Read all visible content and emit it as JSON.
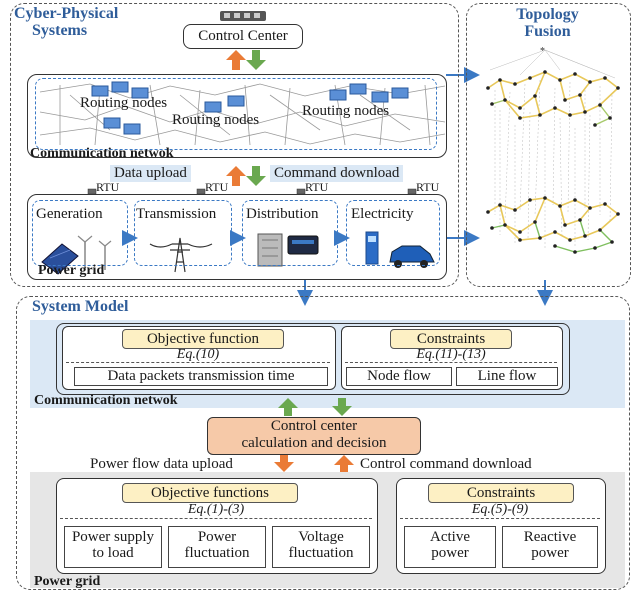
{
  "top": {
    "cps_title_line1": "Cyber-Physical",
    "cps_title_line2": "Systems",
    "control_center": "Control Center",
    "routing_nodes": [
      "Routing nodes",
      "Routing nodes",
      "Routing nodes"
    ],
    "comm_network_label": "Communication netwok",
    "data_upload": "Data upload",
    "command_download": "Command download",
    "rtu_label": "RTU",
    "grid_stages": [
      "Generation",
      "Transmission",
      "Distribution",
      "Electricity"
    ],
    "power_grid_label": "Power grid"
  },
  "topology": {
    "title_line1": "Topology",
    "title_line2": "Fusion"
  },
  "model": {
    "title": "System Model",
    "comm": {
      "objective_label": "Objective function",
      "objective_eq": "Eq.(10)",
      "objective_item": "Data packets transmission time",
      "constraints_label": "Constraints",
      "constraints_eq": "Eq.(11)-(13)",
      "constraint_items": [
        "Node flow",
        "Line flow"
      ],
      "section_label": "Communication netwok"
    },
    "control_center_line1": "Control center",
    "control_center_line2": "calculation and decision",
    "power_flow_upload": "Power flow data upload",
    "control_command_download": "Control command download",
    "grid": {
      "objective_label": "Objective functions",
      "objective_eq": "Eq.(1)-(3)",
      "objective_items": [
        [
          "Power supply",
          "to load"
        ],
        [
          "Power",
          "fluctuation"
        ],
        [
          "Voltage",
          "fluctuation"
        ]
      ],
      "constraints_label": "Constraints",
      "constraints_eq": "Eq.(5)-(9)",
      "constraint_items": [
        [
          "Active",
          "power"
        ],
        [
          "Reactive",
          "power"
        ]
      ],
      "section_label": "Power grid"
    }
  },
  "colors": {
    "title_blue": "#2f5d9a",
    "arrow_orange": "#ea7b36",
    "arrow_green": "#6aa84f",
    "arrow_blue": "#3b79c4",
    "panel_light_blue": "#dbe8f5",
    "panel_gray": "#e6e6e6",
    "label_yellow": "#fdf0c4",
    "control_peach": "#f6c9a8"
  }
}
